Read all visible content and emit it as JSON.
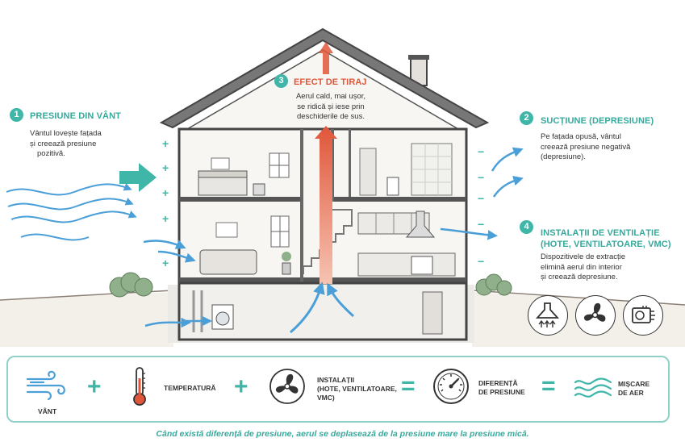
{
  "step1": {
    "number": "1",
    "title": "PRESIUNE DIN VÂNT",
    "text": [
      "Vântul lovește fațada",
      "și creează presiune",
      "pozitivă."
    ]
  },
  "step2": {
    "number": "2",
    "title": "SUCȚIUNE (DEPRESIUNE)",
    "text": [
      "Pe fațada opusă, vântul",
      "creează presiune negativă",
      "(depresiune)."
    ]
  },
  "step3": {
    "number": "3",
    "title": "EFECT DE TIRAJ",
    "text": [
      "Aerul cald, mai ușor,",
      "se ridică și iese prin",
      "deschiderile de sus."
    ]
  },
  "step4": {
    "number": "4",
    "title": [
      "INSTALAȚII DE VENTILAȚIE",
      "(HOTE, VENTILATOARE, VMC)"
    ],
    "text": [
      "Dispozitivele de extracție",
      "elimină aerul din interior",
      "și creează depresiune."
    ]
  },
  "device_icons": [
    "range-hood-icon",
    "fan-icon",
    "vmc-unit-icon"
  ],
  "equation": {
    "wind": "VÂNT",
    "temperature": "TEMPERATURĂ",
    "installations": [
      "INSTALAȚII",
      "(HOTE, VENTILATOARE,",
      "VMC)"
    ],
    "pressure_difference": [
      "DIFERENȚĂ",
      "DE PRESIUNE"
    ],
    "air_movement": [
      "MIȘCARE",
      "DE AER"
    ],
    "plus": "+",
    "equals": "="
  },
  "signs": {
    "plus": "+",
    "minus": "−"
  },
  "footer": "Când există diferență de presiune, aerul se deplasează de la presiune mare la presiune mică.",
  "colors": {
    "teal": "#3fb6a8",
    "arrow_blue": "#4a9fd8",
    "arrow_red": "#e0563a"
  }
}
